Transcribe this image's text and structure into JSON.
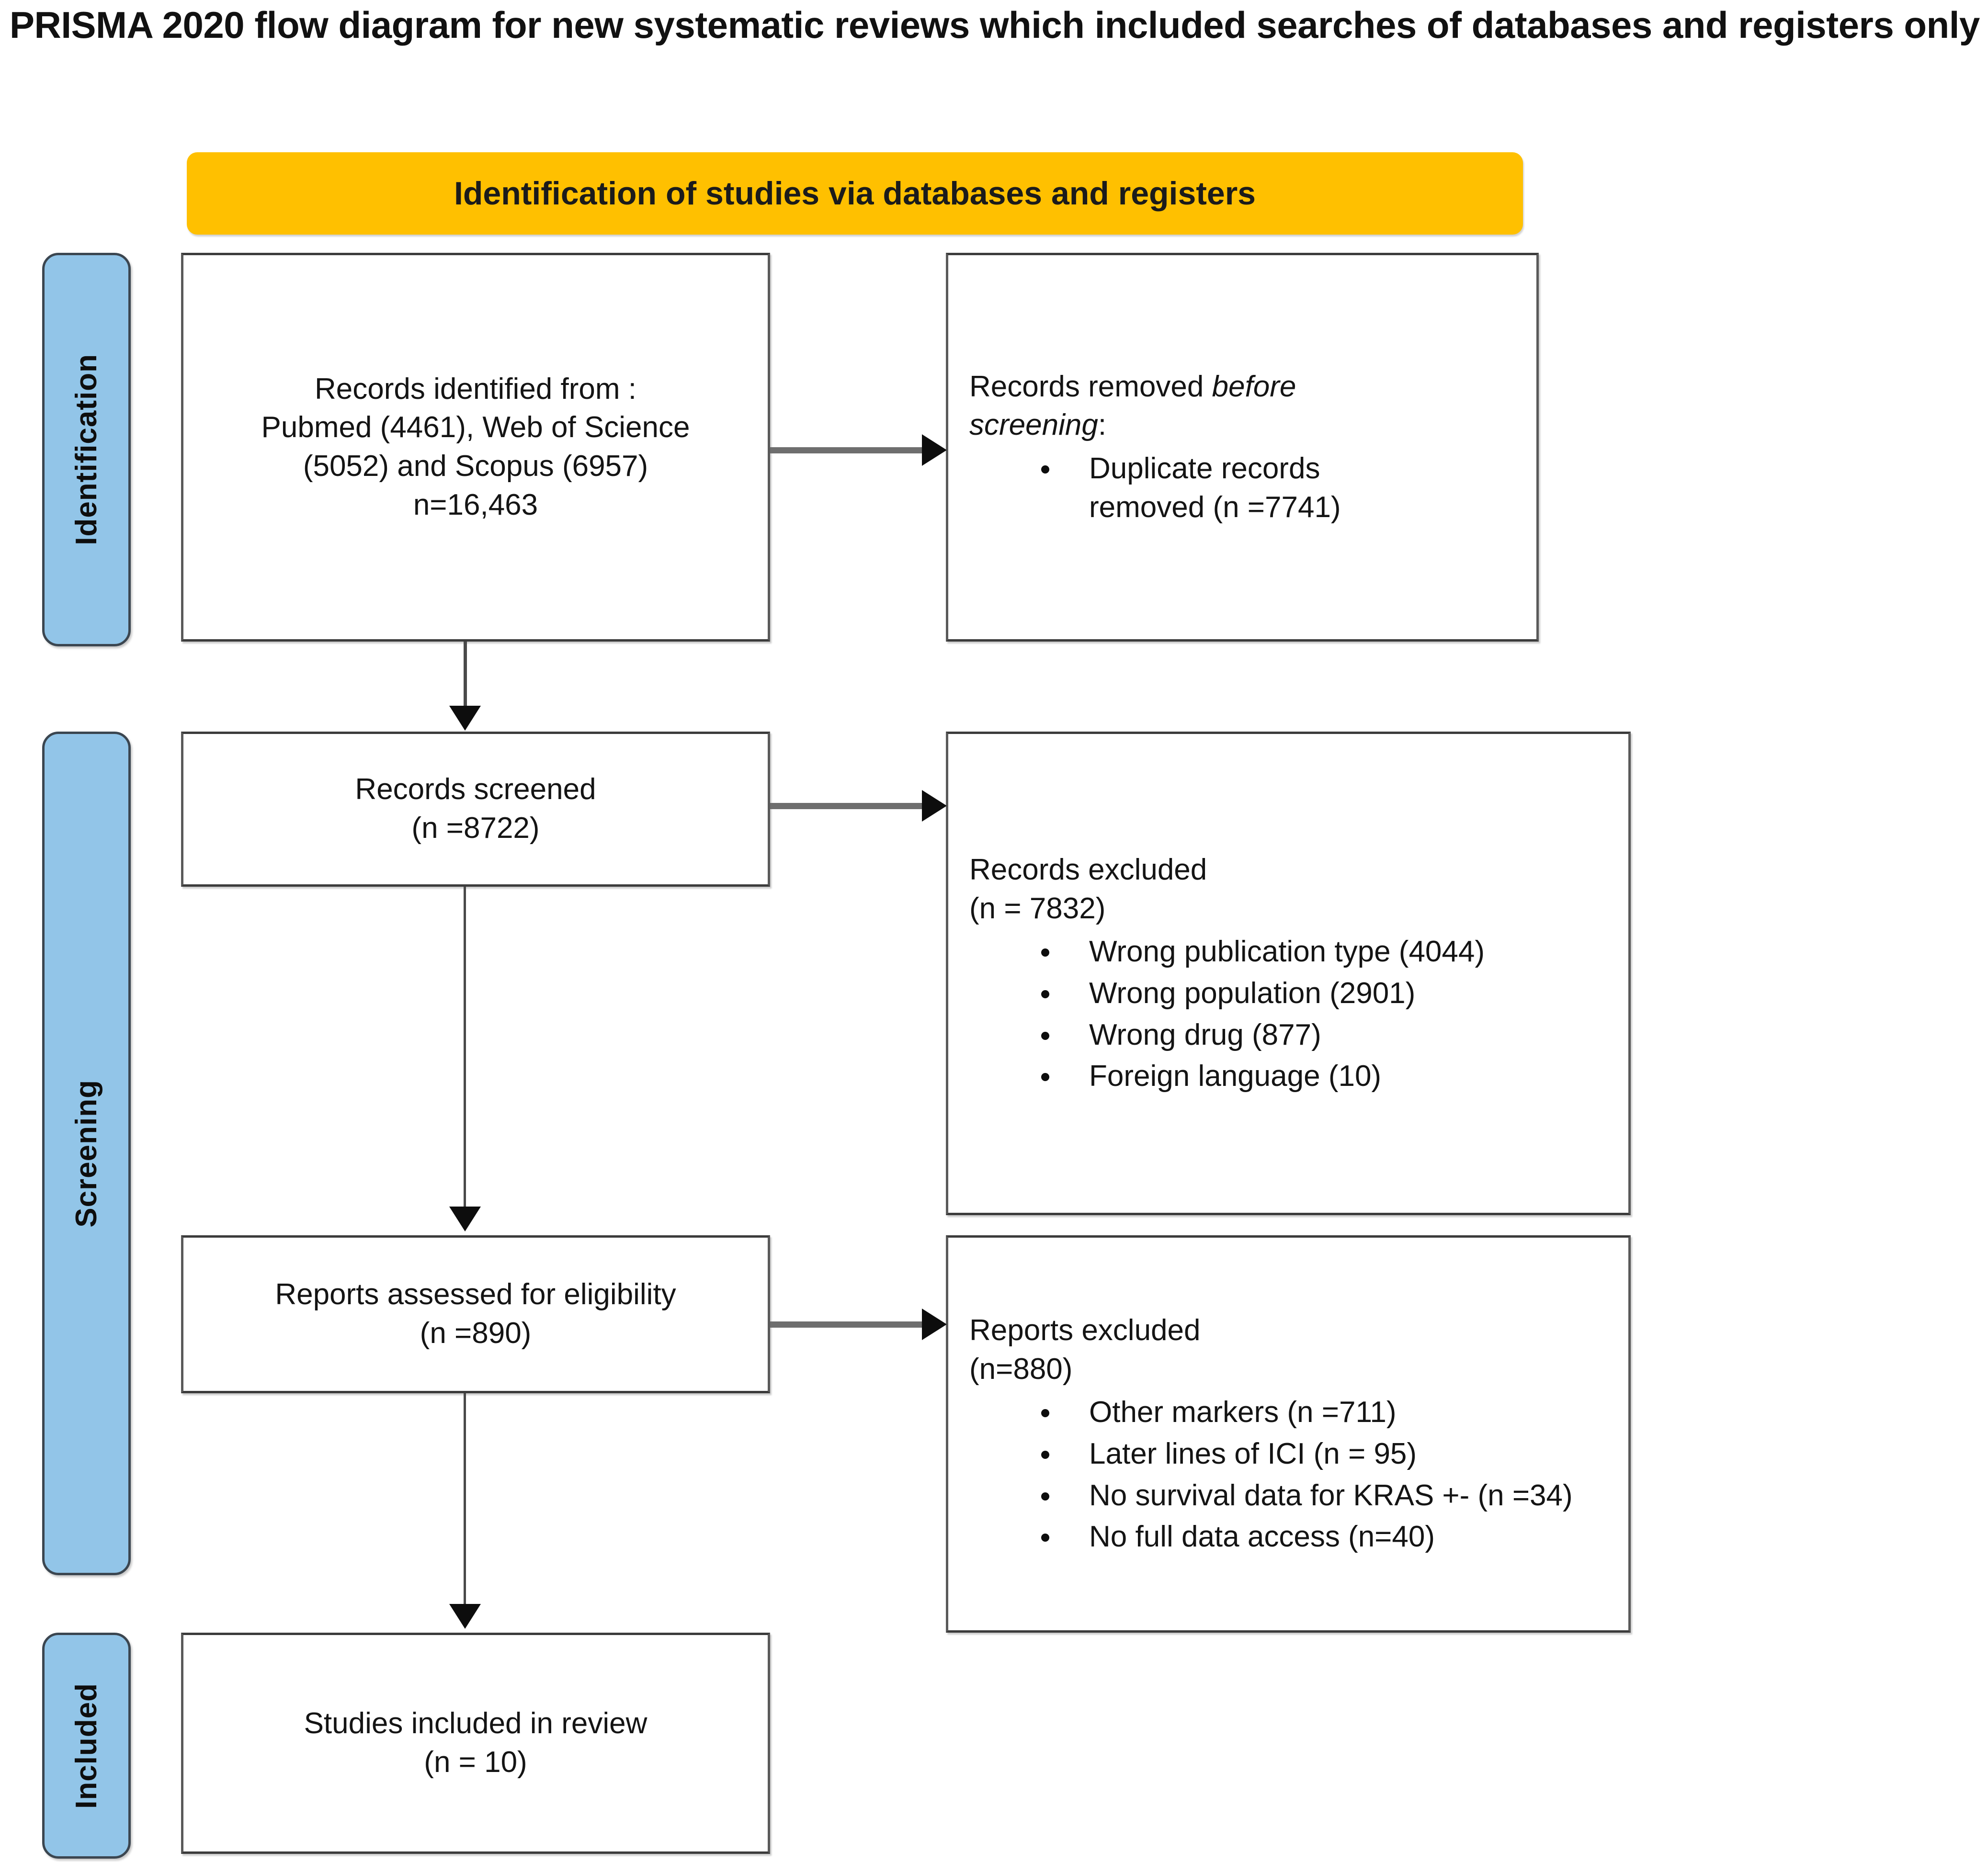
{
  "title": "PRISMA 2020 flow diagram for new systematic reviews which included searches of databases and registers only",
  "colors": {
    "banner": "#FFC000",
    "side_label": "#92C5E8",
    "box_border": "#5a5a5a",
    "connector": "#4a4a4a",
    "text": "#141414"
  },
  "banner": {
    "label": "Identification of studies via databases and registers"
  },
  "stages": [
    {
      "name": "identification",
      "label": "Identification"
    },
    {
      "name": "screening",
      "label": "Screening"
    },
    {
      "name": "included",
      "label": "Included"
    }
  ],
  "boxes": {
    "identified": {
      "lines": [
        "Records identified from  :",
        "Pubmed (4461), Web of Science",
        "(5052) and Scopus (6957)"
      ],
      "total_line": "n=16,463"
    },
    "removed": {
      "heading_prefix": "Records removed ",
      "heading_italic": "before",
      "heading_italic_2": "screening",
      "heading_suffix": ":",
      "bullets": [
        "Duplicate records removed (n =7741)"
      ]
    },
    "screened": {
      "line1": "Records screened",
      "line2": "(n =8722)"
    },
    "records_excluded": {
      "line1": "Records excluded",
      "line2": "(n = 7832)",
      "bullets": [
        "Wrong publication type (4044)",
        "Wrong population (2901)",
        "Wrong drug (877)",
        "Foreign language (10)"
      ]
    },
    "eligibility": {
      "line1": "Reports assessed for eligibility",
      "line2": "(n =890)"
    },
    "reports_excluded": {
      "line1": "Reports excluded",
      "line2": "(n=880)",
      "bullets": [
        "Other markers (n =711)",
        "Later lines of ICI (n = 95)",
        "No survival data for KRAS +- (n =34)",
        "No full data access (n=40)"
      ]
    },
    "included": {
      "line1": "Studies included in review",
      "line2": "(n = 10)"
    }
  },
  "connectors": [
    {
      "name": "identified-to-removed",
      "direction": "right"
    },
    {
      "name": "identified-to-screened",
      "direction": "down"
    },
    {
      "name": "screened-to-records-excluded",
      "direction": "right"
    },
    {
      "name": "screened-to-eligibility",
      "direction": "down"
    },
    {
      "name": "eligibility-to-reports-excluded",
      "direction": "right"
    },
    {
      "name": "eligibility-to-included",
      "direction": "down"
    }
  ]
}
